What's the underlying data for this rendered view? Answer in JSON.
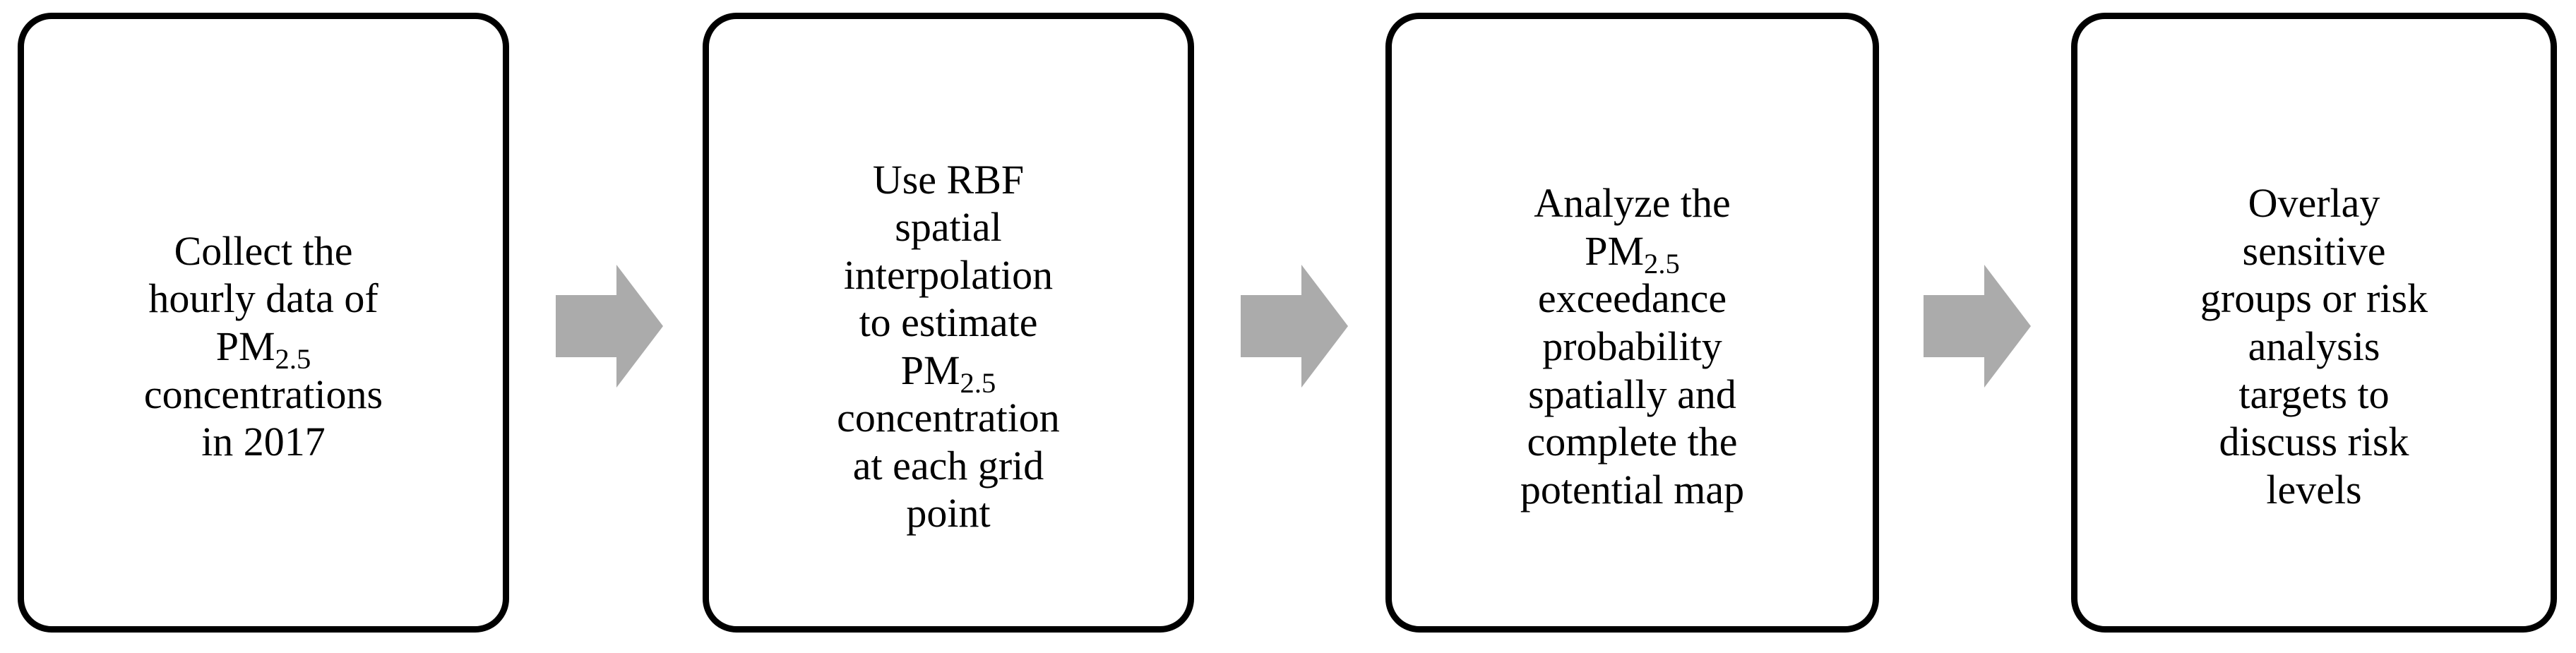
{
  "diagram": {
    "type": "horizontal-process-flow",
    "orientation": "left-to-right",
    "step_count": 4,
    "arrow_count": 3,
    "colors": {
      "box_border": "#000000",
      "box_fill": "#ffffff",
      "text": "#000000",
      "arrow_fill": "#ababab",
      "background": "#ffffff"
    },
    "steps": [
      {
        "id": "step-1",
        "label_lines": [
          "Collect the",
          "hourly data of",
          "PM2.5",
          "concentrations",
          "in 2017"
        ],
        "text_before_subscript": "Collect the\nhourly data of\nPM",
        "subscript": "2.5",
        "text_after_subscript": "\nconcentrations\nin 2017",
        "plain_text": "Collect the hourly data of PM2.5 concentrations in 2017"
      },
      {
        "id": "step-2",
        "label_lines": [
          "Use RBF",
          "spatial",
          "interpolation",
          "to estimate",
          "PM2.5",
          "concentration",
          "at each grid",
          "point"
        ],
        "text_before_subscript": "Use RBF\nspatial\ninterpolation\nto estimate\nPM",
        "subscript": "2.5",
        "text_after_subscript": "\nconcentration\nat each grid\npoint",
        "plain_text": "Use RBF spatial interpolation to estimate PM2.5 concentration at each grid point"
      },
      {
        "id": "step-3",
        "label_lines": [
          "Analyze the",
          "PM2.5",
          "exceedance",
          "probability",
          "spatially and",
          "complete the",
          "potential map"
        ],
        "text_before_subscript": "Analyze the\nPM",
        "subscript": "2.5",
        "text_after_subscript": "\nexceedance\nprobability\nspatially and\ncomplete the\npotential map",
        "plain_text": "Analyze the PM2.5 exceedance probability spatially and complete the potential map"
      },
      {
        "id": "step-4",
        "label_lines": [
          "Overlay",
          "sensitive",
          "groups or risk",
          "analysis",
          "targets to",
          "discuss risk",
          "levels"
        ],
        "text_before_subscript": "Overlay\nsensitive\ngroups or risk\nanalysis\ntargets to\ndiscuss risk\nlevels",
        "subscript": "",
        "text_after_subscript": "",
        "plain_text": "Overlay sensitive groups or risk analysis targets to discuss risk levels"
      }
    ],
    "arrows": [
      {
        "id": "arrow-1",
        "from": "step-1",
        "to": "step-2",
        "direction": "right"
      },
      {
        "id": "arrow-2",
        "from": "step-2",
        "to": "step-3",
        "direction": "right"
      },
      {
        "id": "arrow-3",
        "from": "step-3",
        "to": "step-4",
        "direction": "right"
      }
    ]
  }
}
